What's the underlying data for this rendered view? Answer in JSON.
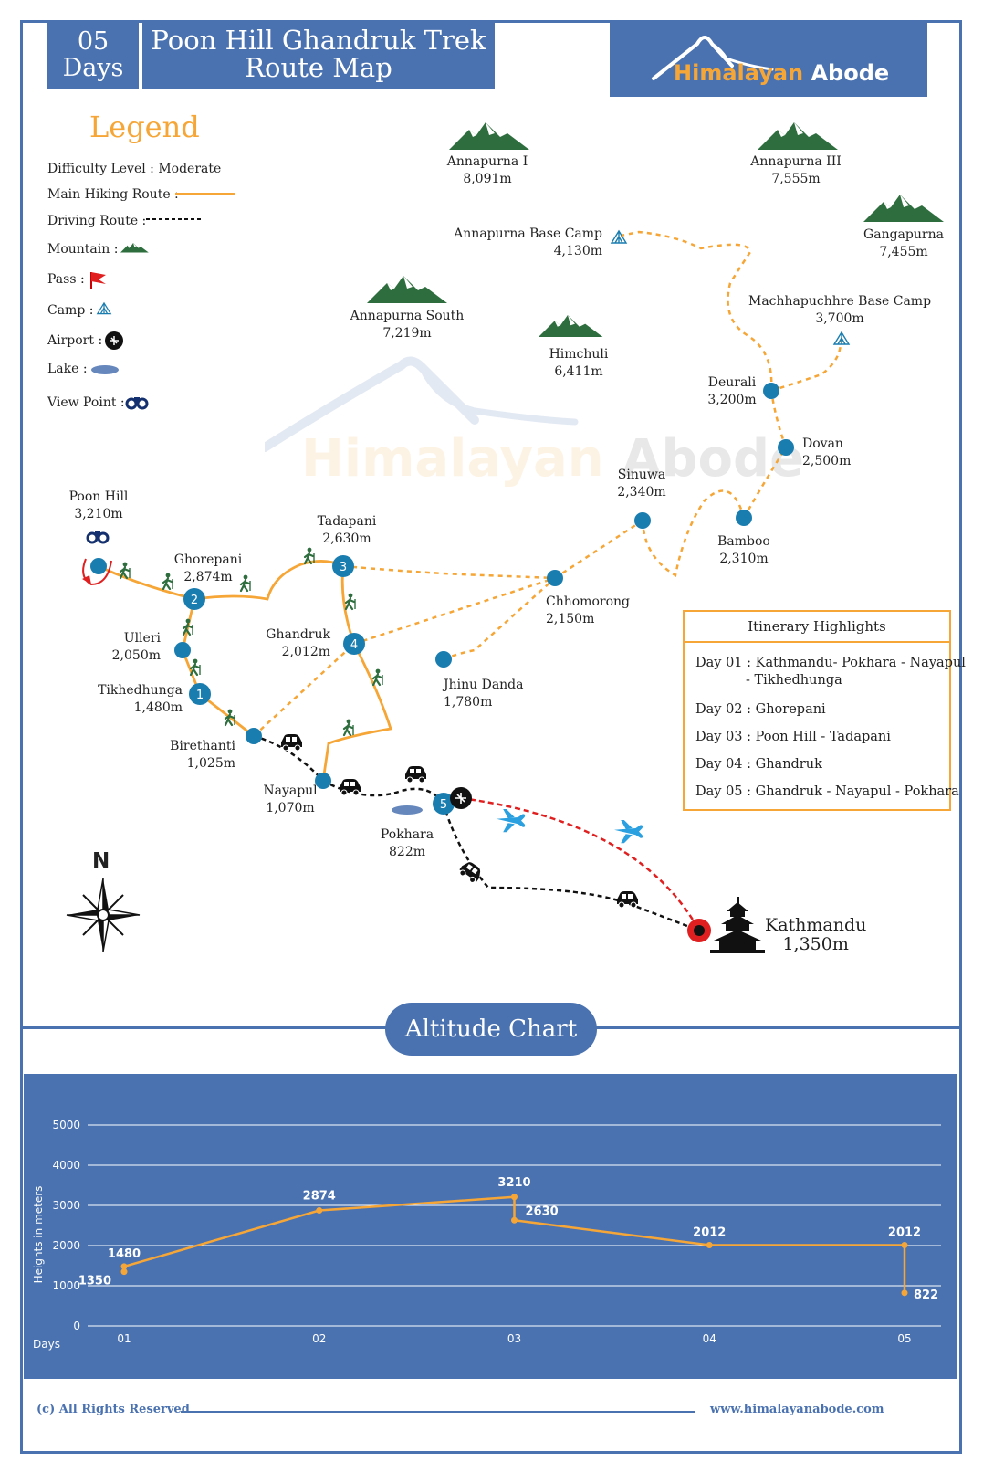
{
  "header": {
    "days_number": "05",
    "days_word": "Days",
    "title_line1": "Poon Hill Ghandruk Trek",
    "title_line2": "Route Map",
    "brand_part1": "Himalayan",
    "brand_part2": "Abode"
  },
  "legend": {
    "title": "Legend",
    "difficulty_label": "Difficulty Level :",
    "difficulty_value": "Moderate",
    "hiking_route": "Main Hiking Route :",
    "driving_route": "Driving Route :",
    "mountain": "Mountain :",
    "pass": "Pass :",
    "camp": "Camp :",
    "airport": "Airport :",
    "lake": "Lake :",
    "view_point": "View Point :"
  },
  "watermark": {
    "part1": "Himalayan",
    "part2": "Abode"
  },
  "mountains": {
    "annapurna_1": {
      "name": "Annapurna I",
      "alt": "8,091m"
    },
    "annapurna_3": {
      "name": "Annapurna III",
      "alt": "7,555m"
    },
    "gangapurna": {
      "name": "Gangapurna",
      "alt": "7,455m"
    },
    "annapurna_south": {
      "name": "Annapurna South",
      "alt": "7,219m"
    },
    "himchuli": {
      "name": "Himchuli",
      "alt": "6,411m"
    }
  },
  "places": {
    "abc": {
      "name": "Annapurna Base Camp",
      "alt": "4,130m"
    },
    "mbc": {
      "name": "Machhapuchhre Base Camp",
      "alt": "3,700m"
    },
    "deurali": {
      "name": "Deurali",
      "alt": "3,200m"
    },
    "dovan": {
      "name": "Dovan",
      "alt": "2,500m"
    },
    "sinuwa": {
      "name": "Sinuwa",
      "alt": "2,340m"
    },
    "bamboo": {
      "name": "Bamboo",
      "alt": "2,310m"
    },
    "chhomorong": {
      "name": "Chhomorong",
      "alt": "2,150m"
    },
    "jhinu": {
      "name": "Jhinu Danda",
      "alt": "1,780m"
    },
    "poon_hill": {
      "name": "Poon Hill",
      "alt": "3,210m"
    },
    "ghorepani": {
      "name": "Ghorepani",
      "alt": "2,874m"
    },
    "tadapani": {
      "name": "Tadapani",
      "alt": "2,630m"
    },
    "ulleri": {
      "name": "Ulleri",
      "alt": "2,050m"
    },
    "ghandruk": {
      "name": "Ghandruk",
      "alt": "2,012m"
    },
    "tikhedhunga": {
      "name": "Tikhedhunga",
      "alt": "1,480m"
    },
    "birethanti": {
      "name": "Birethanti",
      "alt": "1,025m"
    },
    "nayapul": {
      "name": "Nayapul",
      "alt": "1,070m"
    },
    "pokhara": {
      "name": "Pokhara",
      "alt": "822m"
    },
    "kathmandu": {
      "name": "Kathmandu",
      "alt": "1,350m"
    }
  },
  "stop_numbers": [
    "1",
    "2",
    "3",
    "4",
    "5"
  ],
  "itinerary": {
    "title": "Itinerary Highlights",
    "day1_line1": "Day 01 : Kathmandu- Pokhara - Nayapul",
    "day1_line2": "- Tikhedhunga",
    "day2": "Day 02 : Ghorepani",
    "day3": "Day 03 : Poon Hill - Tadapani",
    "day4": "Day 04 : Ghandruk",
    "day5": "Day 05 : Ghandruk - Nayapul - Pokhara"
  },
  "compass": {
    "north": "N"
  },
  "altitude_section": {
    "title": "Altitude Chart"
  },
  "chart_data": {
    "type": "line",
    "xlabel": "Days",
    "ylabel": "Heights in meters",
    "ylim": [
      0,
      5000
    ],
    "y_ticks": [
      "0",
      "1000",
      "2000",
      "3000",
      "4000",
      "5000"
    ],
    "x_ticks": [
      "01",
      "02",
      "03",
      "04",
      "05"
    ],
    "points": [
      {
        "day": 1,
        "value": 1350
      },
      {
        "day": 1,
        "value": 1480
      },
      {
        "day": 2,
        "value": 2874
      },
      {
        "day": 3,
        "value": 3210
      },
      {
        "day": 3,
        "value": 2630
      },
      {
        "day": 4,
        "value": 2012
      },
      {
        "day": 5,
        "value": 2012
      },
      {
        "day": 5,
        "value": 822
      }
    ],
    "point_labels": [
      "1350",
      "1480",
      "2874",
      "3210",
      "2630",
      "2012",
      "2012",
      "822"
    ],
    "grid": true,
    "line_color": "#f6a636"
  },
  "footer": {
    "copyright": "(c) All Rights Reserved",
    "website": "www.himalayanabode.com"
  },
  "colors": {
    "brand_blue": "#4a72b0",
    "route_orange": "#f6a636",
    "node_blue": "#1a7db0",
    "flight_red": "#e02020"
  }
}
